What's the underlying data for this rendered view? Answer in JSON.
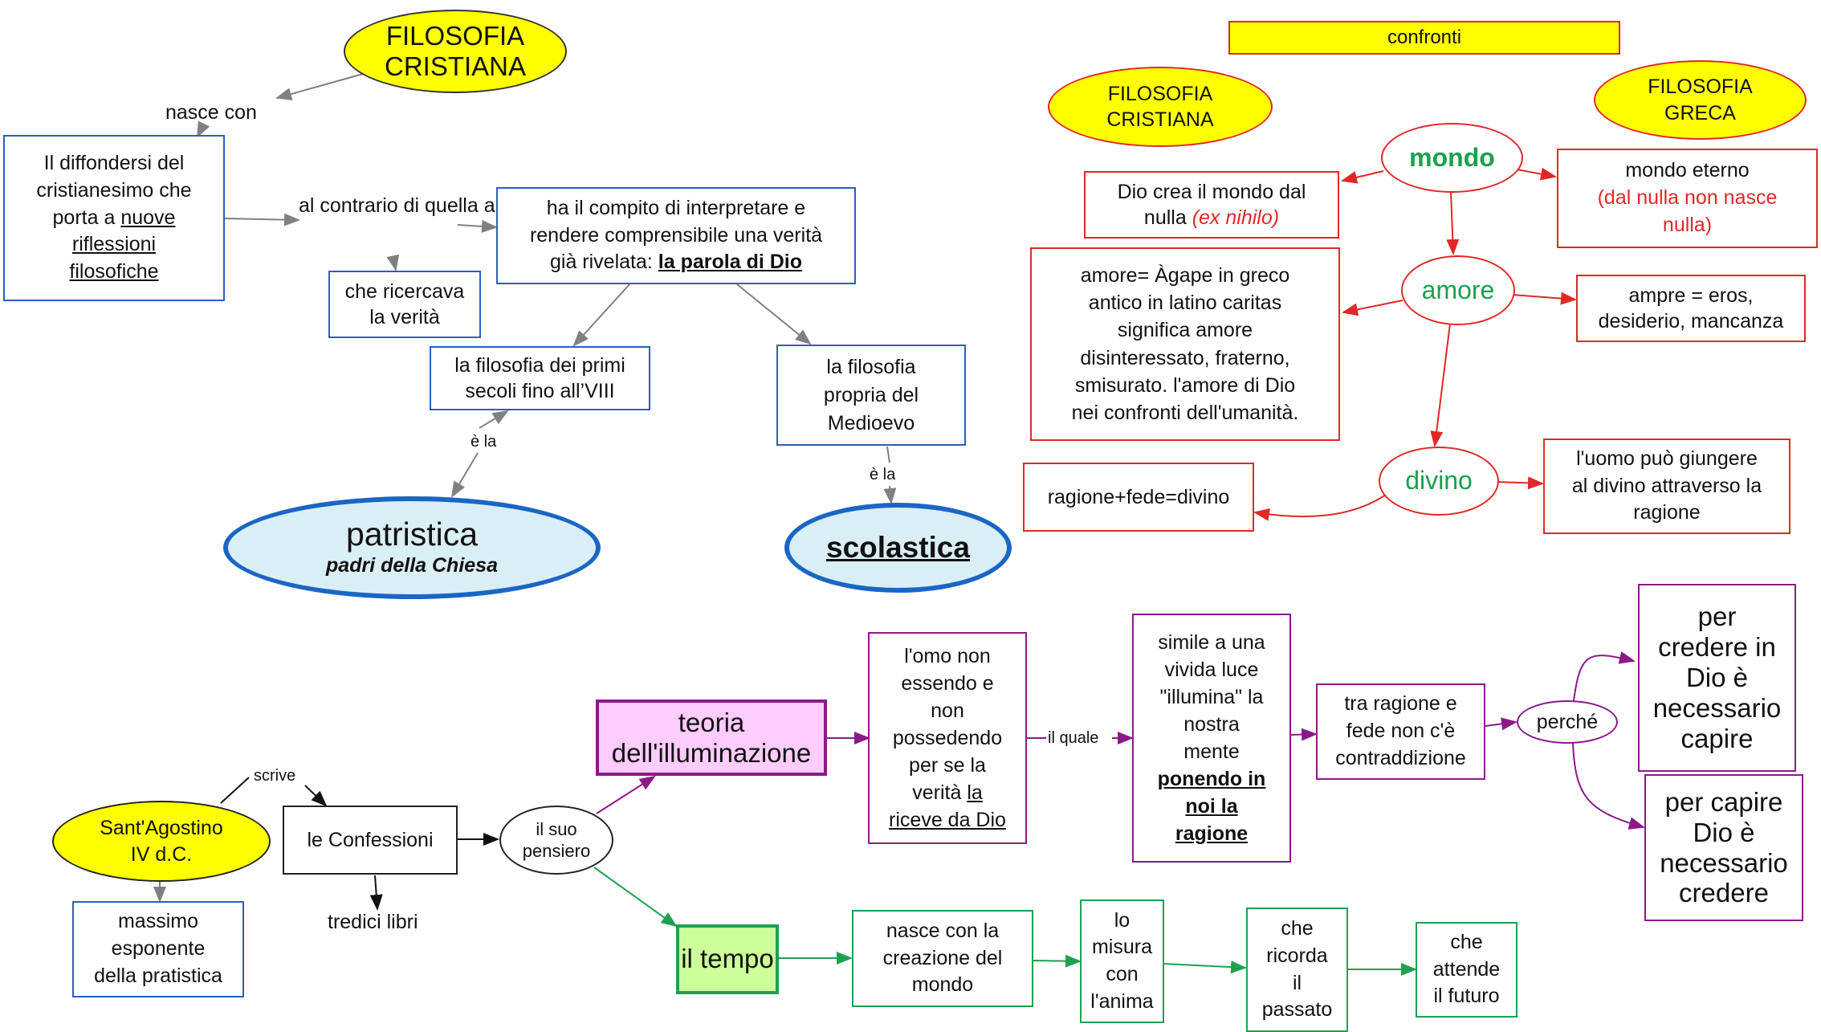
{
  "colors": {
    "blue": "#2a5fbf",
    "red": "#e02828",
    "purple": "#8a1a8a",
    "green": "#1fa050",
    "yellow": "#ffff00",
    "light_blue_fill": "#daeef5",
    "pink_fill": "#ffccff",
    "green_fill": "#ccff99"
  },
  "top_left": {
    "title": [
      "FILOSOFIA",
      "CRISTIANA"
    ],
    "nasce_con": "nasce con",
    "diffondersi": {
      "plain": [
        "Il diffondersi del",
        "cristianesimo che",
        "porta a"
      ],
      "underlined": [
        "nuove",
        "riflessioni",
        "filosofiche"
      ]
    },
    "al_contrario": [
      "al contrario",
      "di quella antica"
    ],
    "che_ricercava": [
      "che ricercava",
      "la verità"
    ],
    "compito": {
      "lines": [
        "ha il compito di interpretare e",
        "rendere comprensibile una verità",
        "già rivelata:"
      ],
      "emphasis": "la parola di Dio"
    },
    "primi_secoli": [
      "la filosofia dei primi",
      "secoli fino all’VIII"
    ],
    "medioevo": [
      "la filosofia",
      "propria del",
      "Medioevo"
    ],
    "e_la_1": "è la",
    "e_la_2": "è la",
    "patristica": {
      "title": "patristica",
      "subtitle": "padri della Chiesa"
    },
    "scolastica": "scolastica"
  },
  "confronti": {
    "header": "confronti",
    "cristiana": [
      "FILOSOFIA",
      "CRISTIANA"
    ],
    "greca": [
      "FILOSOFIA",
      "GRECA"
    ],
    "mondo": "mondo",
    "amore": "amore",
    "divino": "divino",
    "dio_crea": {
      "line1": "Dio crea il mondo dal",
      "line2": "nulla",
      "latin": "(ex nihilo)"
    },
    "mondo_eterno": {
      "line1": "mondo eterno",
      "red": [
        "(dal nulla non nasce",
        "nulla)"
      ]
    },
    "agape": [
      "amore= Àgape in greco",
      "antico in latino caritas",
      "significa amore",
      "disinteressato, fraterno,",
      "smisurato. l'amore di Dio",
      "nei confronti dell'umanità."
    ],
    "eros": [
      "ampre = eros,",
      "desiderio, mancanza"
    ],
    "ragione_fede": "ragione+fede=divino",
    "uomo_divino": [
      "l'uomo può giungere",
      "al divino attraverso la",
      "ragione"
    ]
  },
  "agostino": {
    "name": [
      "Sant'Agostino",
      "IV d.C."
    ],
    "scrive": "scrive",
    "confessioni": "le Confessioni",
    "tredici": "tredici libri",
    "esponente": [
      "massimo",
      "esponente",
      "della pratistica"
    ],
    "pensiero": [
      "il suo",
      "pensiero"
    ],
    "illuminazione": [
      "teoria",
      "dell'illuminazione"
    ],
    "omo": {
      "plain": [
        "l'omo non",
        "essendo e",
        "non",
        "possedendo",
        "per se la",
        "verità"
      ],
      "underlined_1": "la",
      "underlined_2": "riceve da Dio"
    },
    "il_quale": "il quale",
    "luce": {
      "plain": [
        "simile a una",
        "vivida luce",
        "\"illumina\" la",
        "nostra",
        "mente"
      ],
      "bold_underlined": [
        "ponendo in",
        "noi la",
        "ragione"
      ]
    },
    "contraddizione": [
      "tra ragione e",
      "fede non c'è",
      "contraddizione"
    ],
    "perche": "perché",
    "credere": [
      "per",
      "credere in",
      "Dio è",
      "necessario",
      "capire"
    ],
    "capire": [
      "per capire",
      "Dio è",
      "necessario",
      "credere"
    ],
    "tempo": "il tempo",
    "creazione": [
      "nasce con la",
      "creazione del",
      "mondo"
    ],
    "misura": [
      "lo",
      "misura",
      "con",
      "l'anima"
    ],
    "passato": [
      "che",
      "ricorda",
      "il",
      "passato"
    ],
    "futuro": [
      "che",
      "attende",
      "il futuro"
    ]
  }
}
